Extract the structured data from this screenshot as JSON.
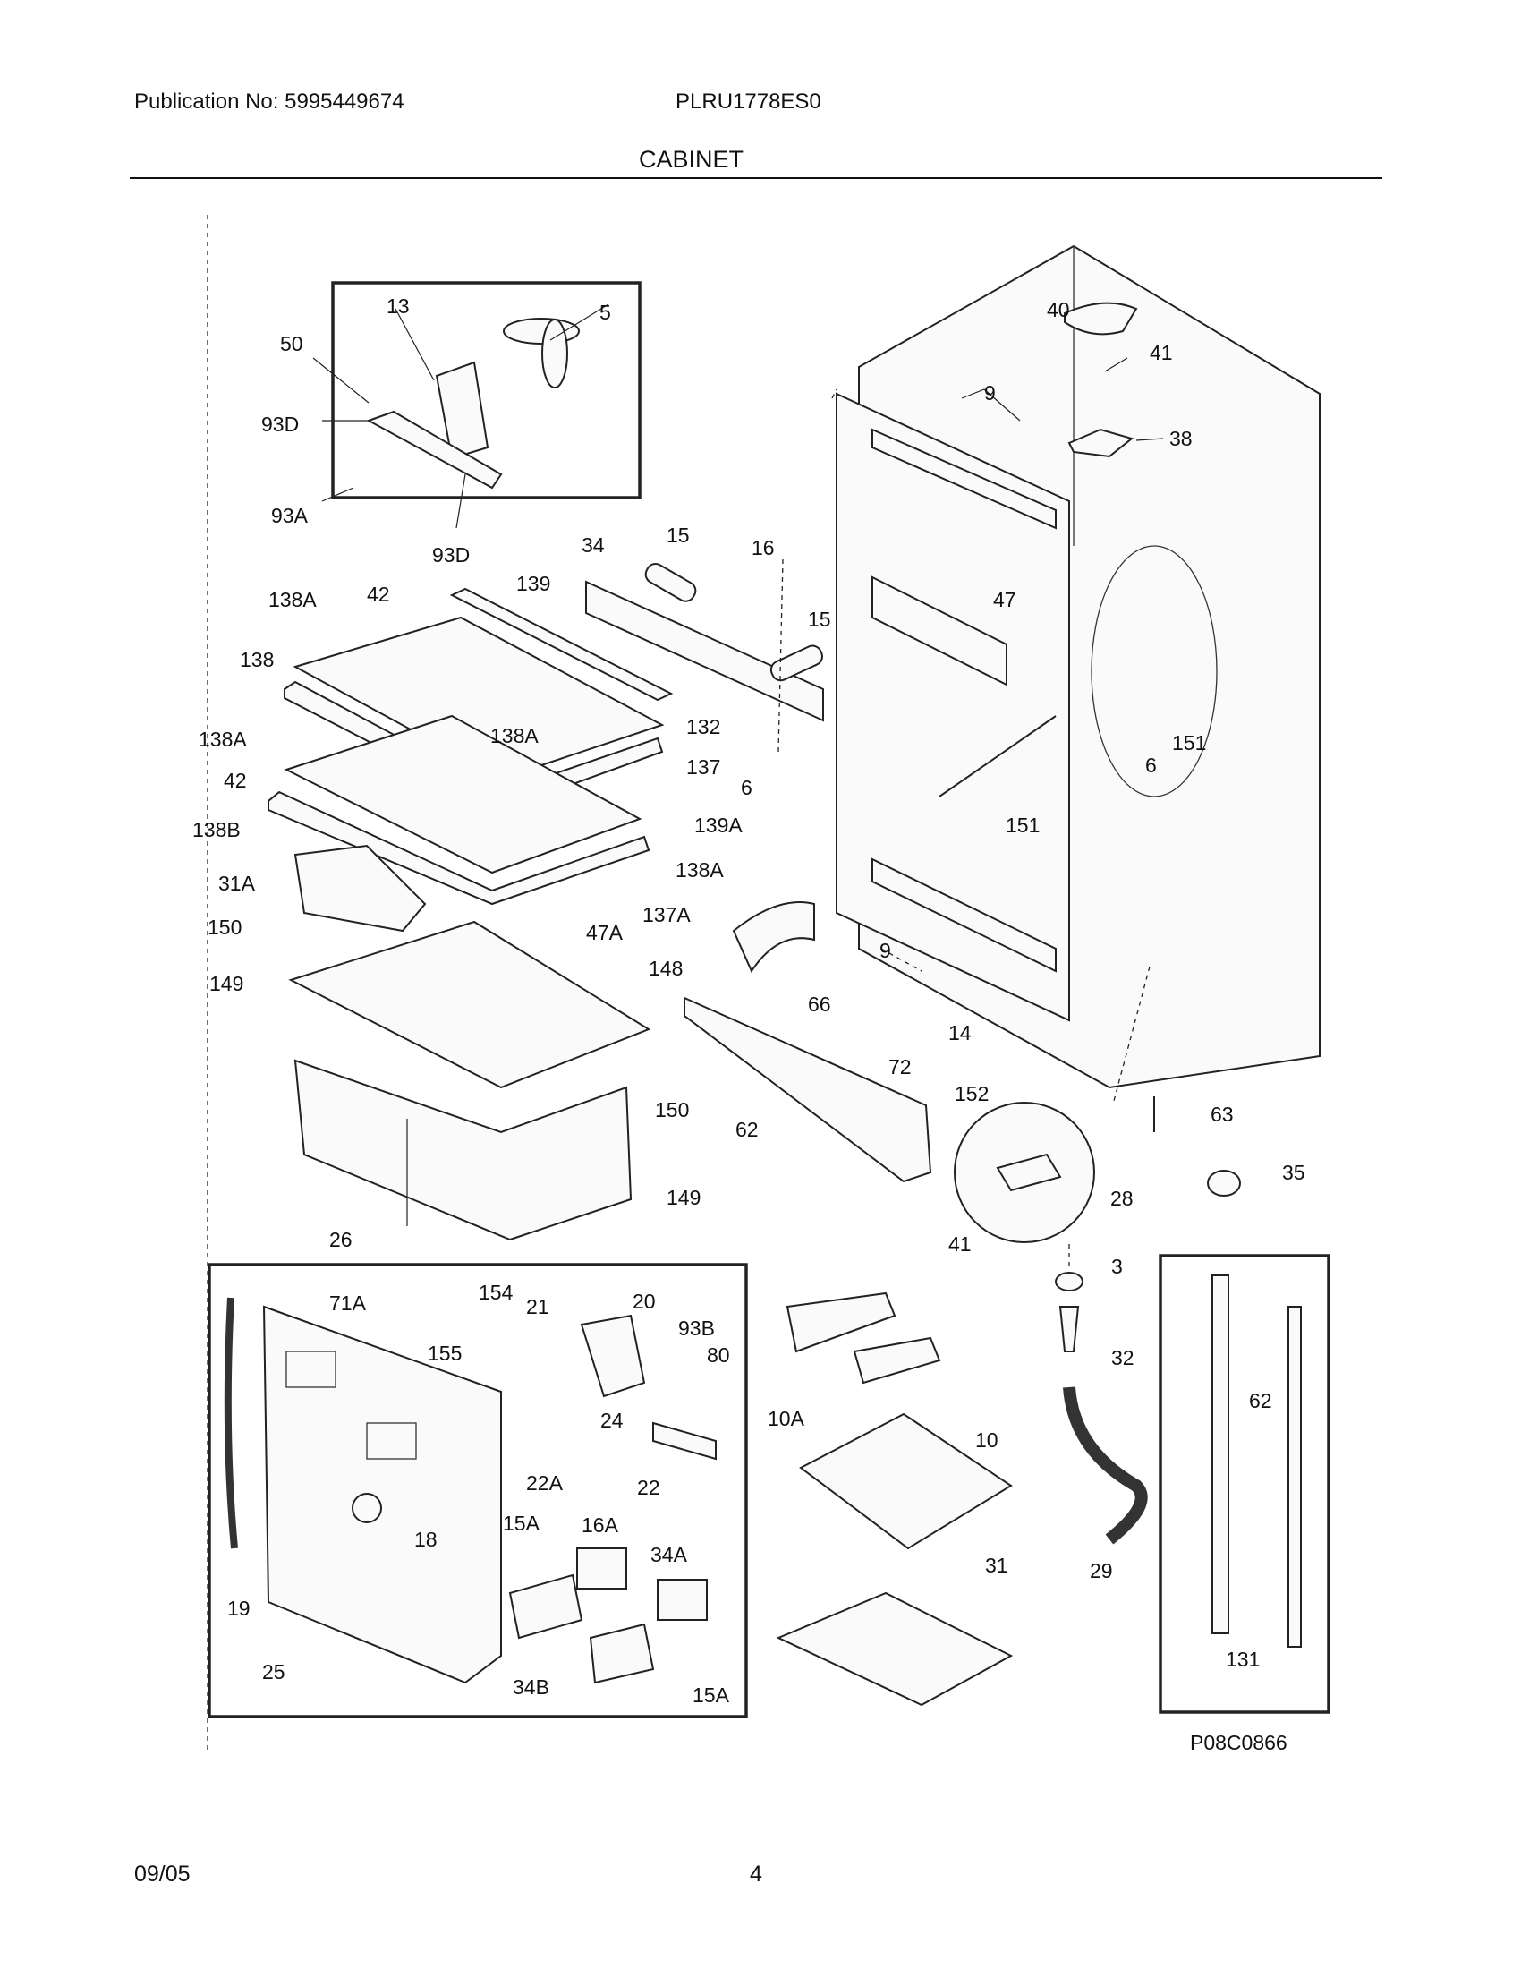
{
  "header": {
    "publication": "Publication No: 5995449674",
    "model": "PLRU1778ES0",
    "section_title": "CABINET"
  },
  "footer": {
    "date": "09/05",
    "page": "4"
  },
  "diagram": {
    "figure_code": "P08C0866",
    "callouts": {
      "c13": "13",
      "c5": "5",
      "c50": "50",
      "c93D_a": "93D",
      "c93A": "93A",
      "c93D_b": "93D",
      "c40": "40",
      "c41_top": "41",
      "c38": "38",
      "c9_top": "9",
      "c34": "34",
      "c15_a": "15",
      "c16": "16",
      "c15_b": "15",
      "c47": "47",
      "c138A_a": "138A",
      "c42_a": "42",
      "c139": "139",
      "c138": "138",
      "c138A_b": "138A",
      "c138A_c": "138A",
      "c132": "132",
      "c42_b": "42",
      "c137": "137",
      "c6_a": "6",
      "c138B": "138B",
      "c139A": "139A",
      "c6_b": "6",
      "c151_a": "151",
      "c151_b": "151",
      "c31A": "31A",
      "c138A_d": "138A",
      "c137A": "137A",
      "c150_a": "150",
      "c47A": "47A",
      "c148": "148",
      "c149_a": "149",
      "c66": "66",
      "c9_bottom": "9",
      "c14": "14",
      "c72": "72",
      "c152": "152",
      "c63": "63",
      "c150_b": "150",
      "c62": "62",
      "c35": "35",
      "c149_b": "149",
      "c28": "28",
      "c26": "26",
      "c41_bottom": "41",
      "c3": "3",
      "c71A": "71A",
      "c154": "154",
      "c21": "21",
      "c20": "20",
      "c93B": "93B",
      "c80": "80",
      "c155": "155",
      "c32": "32",
      "c10A": "10A",
      "c24": "24",
      "c62_b": "62",
      "c10": "10",
      "c22A": "22A",
      "c22": "22",
      "c18": "18",
      "c15A_a": "15A",
      "c16A": "16A",
      "c34A": "34A",
      "c31": "31",
      "c29": "29",
      "c19": "19",
      "c25": "25",
      "c34B": "34B",
      "c15A_b": "15A",
      "c131": "131"
    }
  }
}
